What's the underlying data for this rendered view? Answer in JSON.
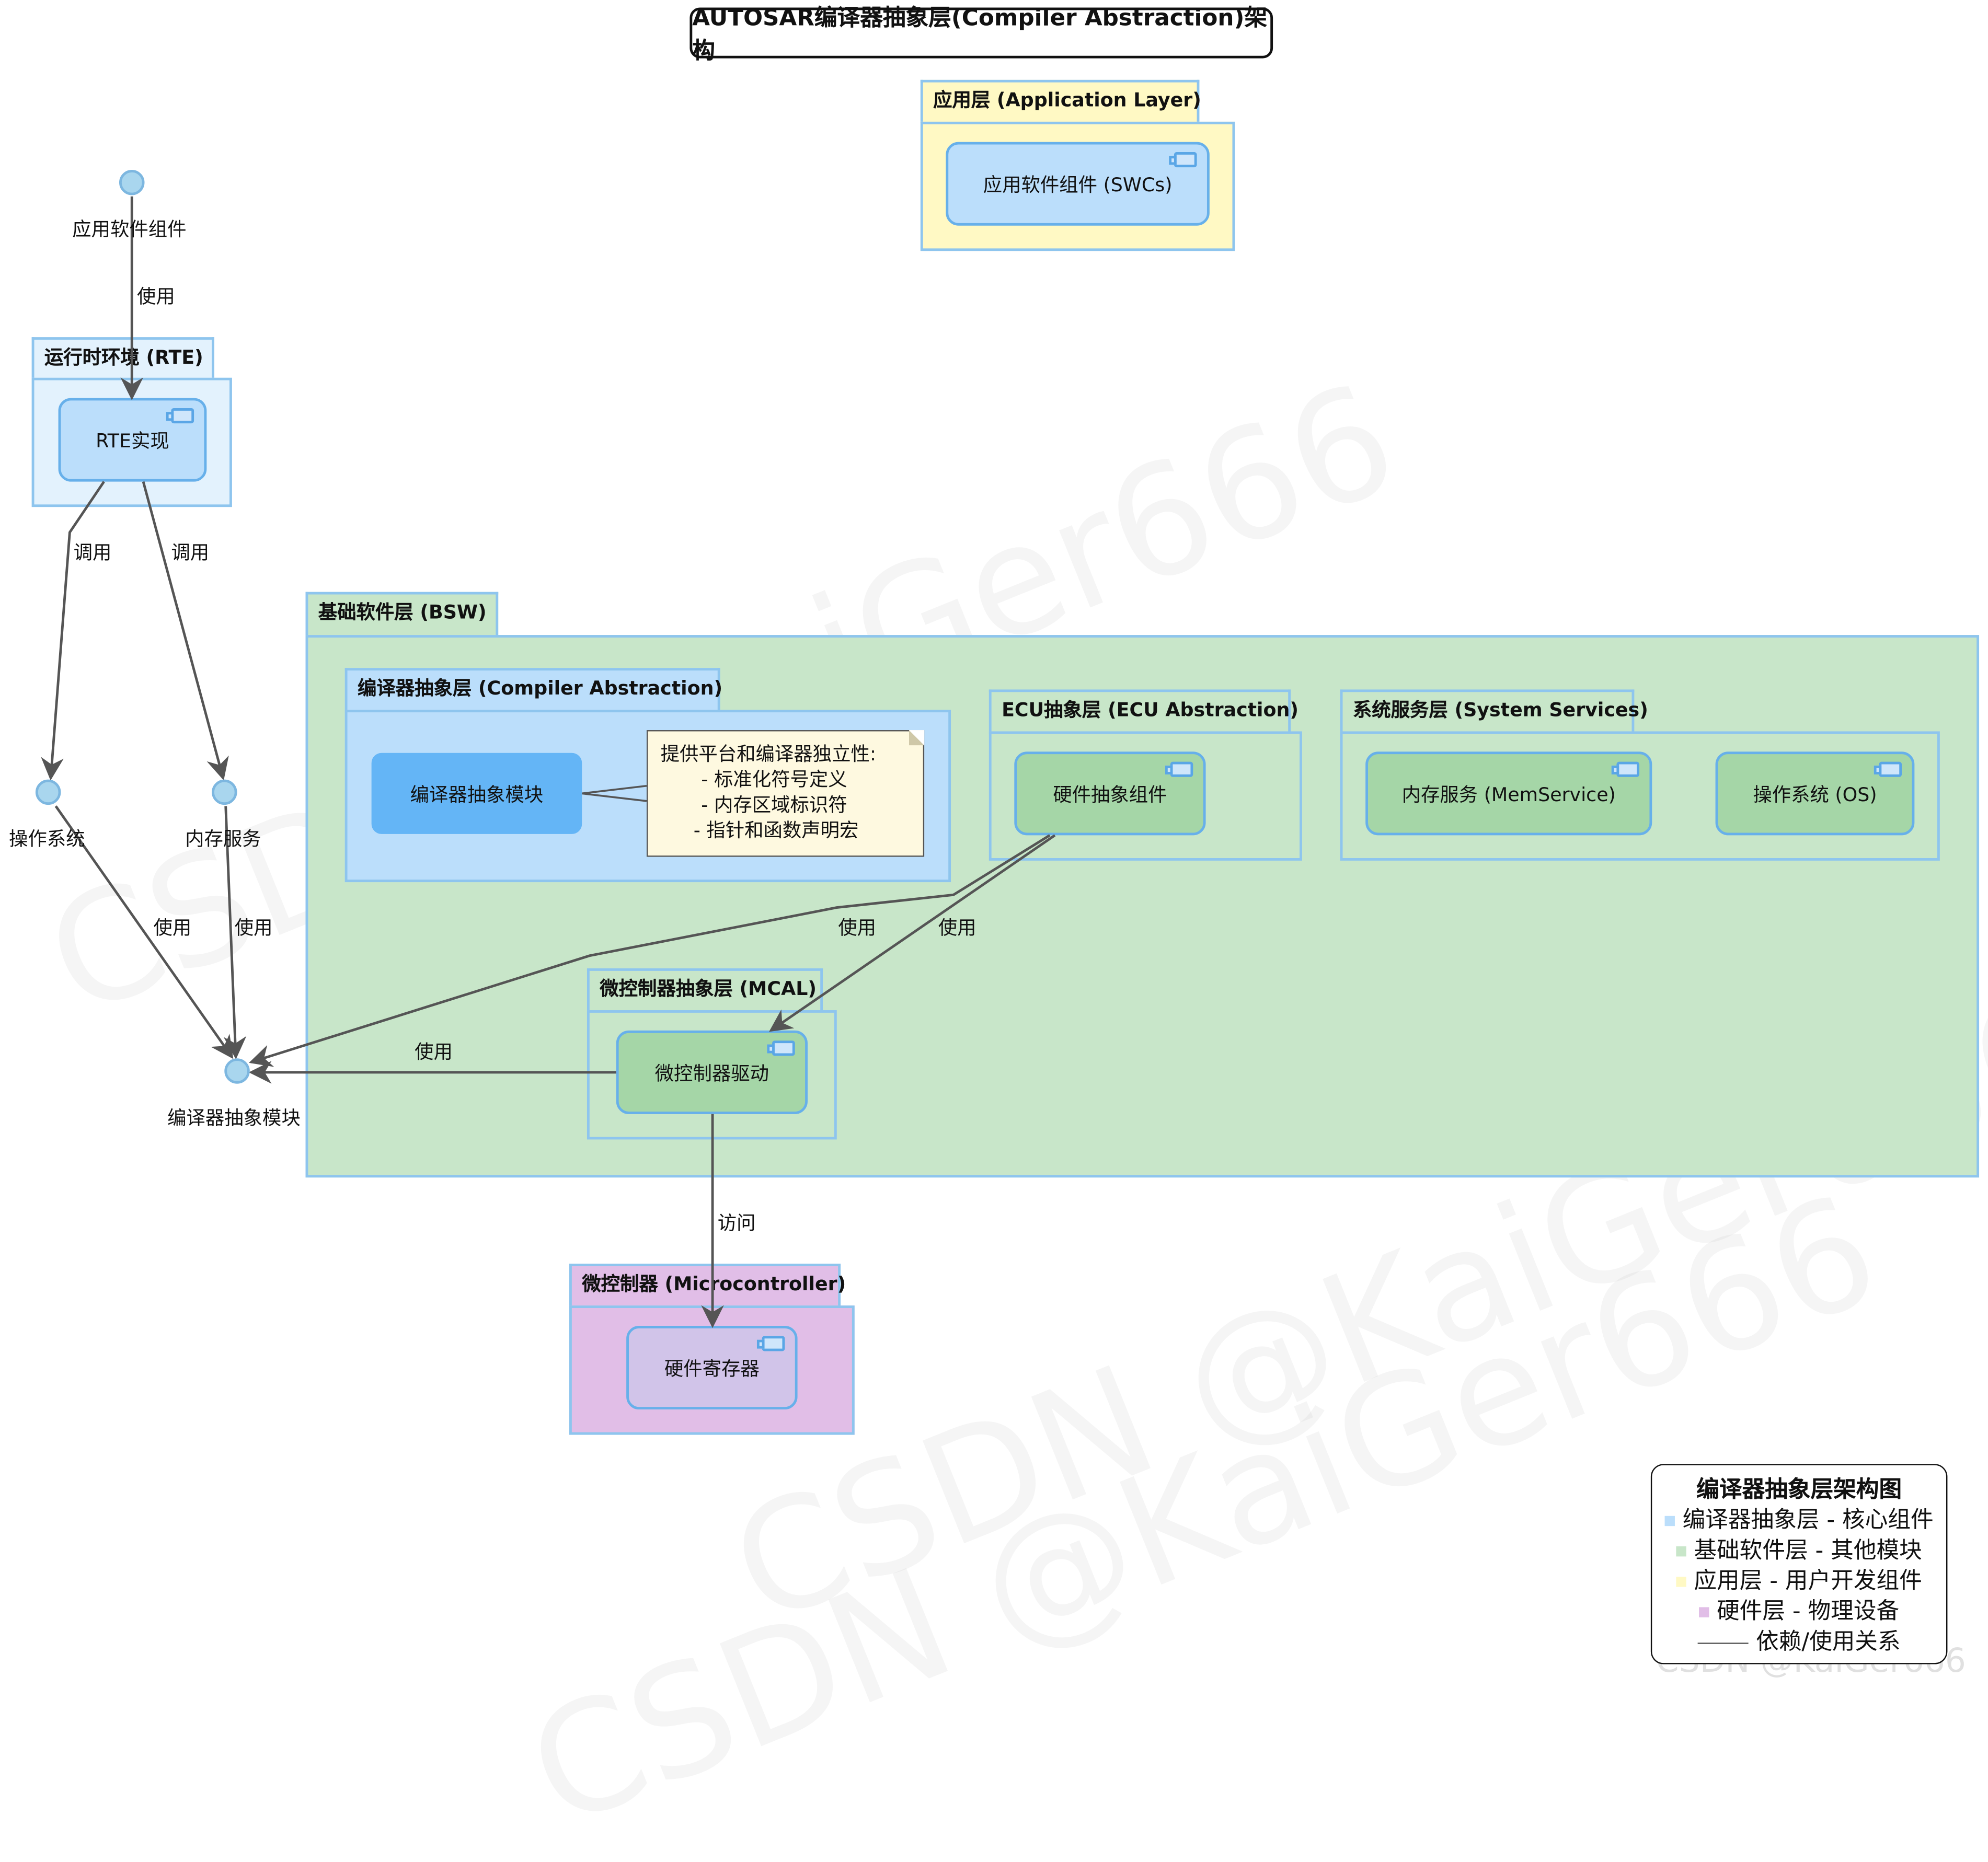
{
  "title": "AUTOSAR编译器抽象层(Compiler Abstraction)架构",
  "packages": {
    "app": {
      "label": "应用层 (Application Layer)",
      "color": "#fff9c4"
    },
    "rte": {
      "label": "运行时环境 (RTE)",
      "color": "#e3f2fd"
    },
    "bsw": {
      "label": "基础软件层 (BSW)",
      "color": "#c8e6c9"
    },
    "ca": {
      "label": "编译器抽象层 (Compiler Abstraction)",
      "color": "#bbdefb"
    },
    "ecu": {
      "label": "ECU抽象层 (ECU Abstraction)",
      "color": "#c8e6c9"
    },
    "sys": {
      "label": "系统服务层 (System Services)",
      "color": "#c8e6c9"
    },
    "mcal": {
      "label": "微控制器抽象层 (MCAL)",
      "color": "#c8e6c9"
    },
    "mcu": {
      "label": "微控制器 (Microcontroller)",
      "color": "#e1bee7"
    }
  },
  "components": {
    "swcs": "应用软件组件 (SWCs)",
    "rte_impl": "RTE实现",
    "ca_module": "编译器抽象模块",
    "hw_abs": "硬件抽象组件",
    "memservice": "内存服务 (MemService)",
    "os": "操作系统 (OS)",
    "mcu_driver": "微控制器驱动",
    "hw_reg": "硬件寄存器"
  },
  "interfaces": {
    "app_sw": "应用软件组件",
    "os_if": "操作系统",
    "mem_if": "内存服务",
    "ca_if": "编译器抽象模块"
  },
  "note": {
    "line1": "提供平台和编译器独立性:",
    "line2": "- 标准化符号定义",
    "line3": "- 内存区域标识符",
    "line4": "- 指针和函数声明宏"
  },
  "edge_labels": {
    "use": "使用",
    "call": "调用",
    "access": "访问"
  },
  "legend": {
    "title": "编译器抽象层架构图",
    "items": [
      {
        "text": "编译器抽象层 - 核心组件",
        "color": "#bbdefb"
      },
      {
        "text": "基础软件层 - 其他模块",
        "color": "#c8e6c9"
      },
      {
        "text": "应用层 - 用户开发组件",
        "color": "#fff9c4"
      },
      {
        "text": "硬件层 - 物理设备",
        "color": "#e1bee7"
      }
    ],
    "line_item": "依赖/使用关系"
  },
  "watermark": "CSDN @KaiGer666"
}
